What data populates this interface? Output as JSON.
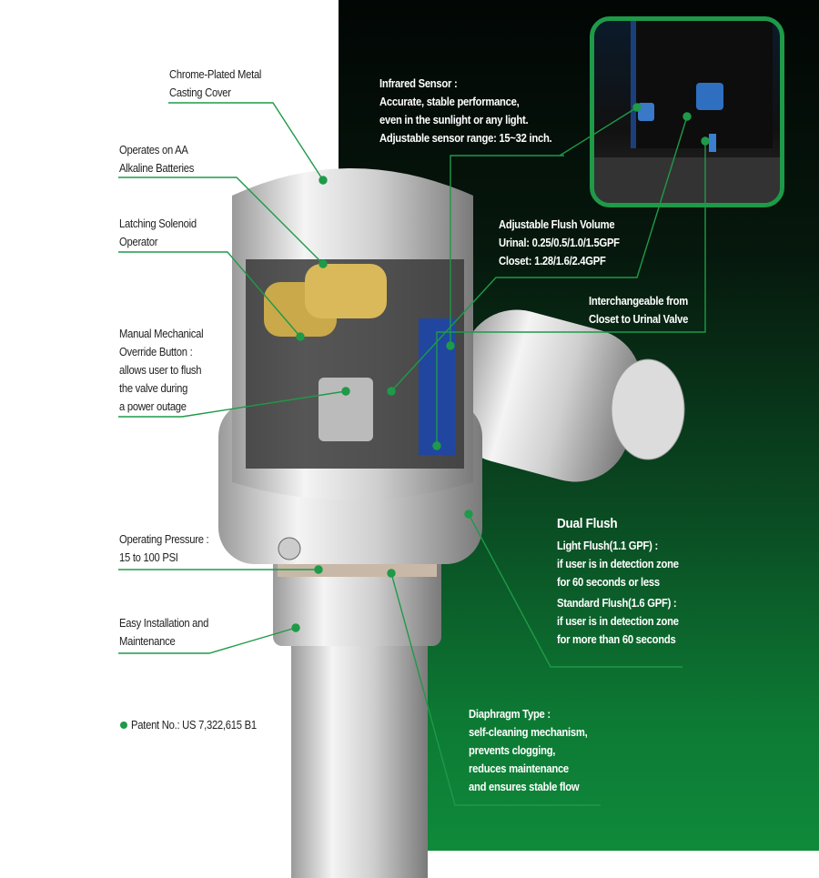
{
  "callouts": {
    "cover": [
      "Chrome-Plated Metal",
      "Casting Cover"
    ],
    "batteries": [
      "Operates on AA",
      "Alkaline Batteries"
    ],
    "solenoid": [
      "Latching Solenoid",
      "Operator"
    ],
    "override": [
      "Manual Mechanical",
      "Override Button :",
      "allows user to flush",
      "the valve during",
      "a power outage"
    ],
    "pressure": [
      "Operating  Pressure :",
      "15 to 100 PSI"
    ],
    "installation": [
      "Easy Installation and",
      "Maintenance"
    ],
    "patent": "Patent No.: US 7,322,615 B1",
    "sensor": [
      "Infrared Sensor :",
      "Accurate, stable performance,",
      "even in the sunlight or any light.",
      "Adjustable sensor range: 15~32 inch."
    ],
    "flush_volume": [
      "Adjustable Flush Volume",
      "Urinal:  0.25/0.5/1.0/1.5GPF",
      "Closet: 1.28/1.6/2.4GPF"
    ],
    "interchangeable": [
      "Interchangeable from",
      "Closet to Urinal Valve"
    ],
    "dual_flush": {
      "title": "Dual Flush",
      "lines": [
        "Light Flush(1.1 GPF) :",
        "if user is in detection zone",
        "for 60 seconds or less",
        "Standard Flush(1.6 GPF) :",
        "if user is in detection zone",
        "for more than 60 seconds"
      ]
    },
    "diaphragm": [
      "Diaphragm Type :",
      "self-cleaning mechanism,",
      "prevents clogging,",
      "reduces maintenance",
      "and ensures stable flow"
    ]
  },
  "colors": {
    "accent": "#1e9a48",
    "panel_top": "#020604",
    "panel_bottom": "#0f8a3b"
  }
}
